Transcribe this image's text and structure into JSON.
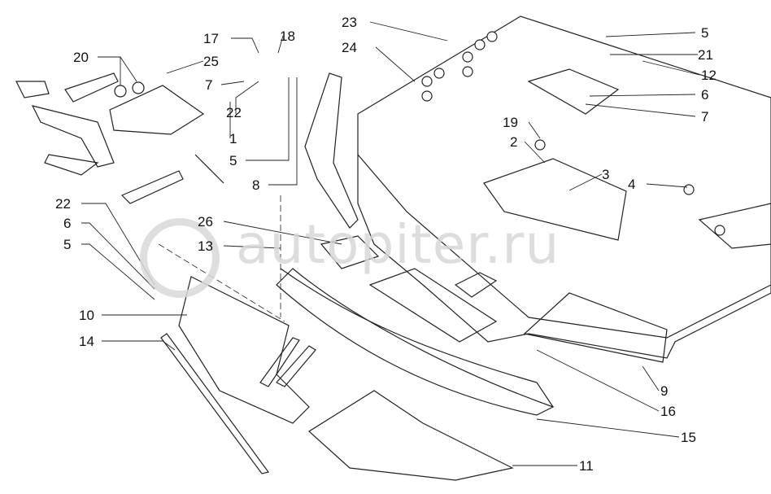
{
  "watermark": "autopiter.ru",
  "callouts": [
    {
      "id": "c20",
      "text": "20"
    },
    {
      "id": "c25",
      "text": "25"
    },
    {
      "id": "c17",
      "text": "17"
    },
    {
      "id": "c18",
      "text": "18"
    },
    {
      "id": "c7a",
      "text": "7"
    },
    {
      "id": "c22a",
      "text": "22"
    },
    {
      "id": "c1",
      "text": "1"
    },
    {
      "id": "c5a",
      "text": "5"
    },
    {
      "id": "c8",
      "text": "8"
    },
    {
      "id": "c23",
      "text": "23"
    },
    {
      "id": "c24",
      "text": "24"
    },
    {
      "id": "c5b",
      "text": "5"
    },
    {
      "id": "c21",
      "text": "21"
    },
    {
      "id": "c12",
      "text": "12"
    },
    {
      "id": "c6a",
      "text": "6"
    },
    {
      "id": "c7b",
      "text": "7"
    },
    {
      "id": "c19",
      "text": "19"
    },
    {
      "id": "c2",
      "text": "2"
    },
    {
      "id": "c3",
      "text": "3"
    },
    {
      "id": "c4",
      "text": "4"
    },
    {
      "id": "c26",
      "text": "26"
    },
    {
      "id": "c13",
      "text": "13"
    },
    {
      "id": "c22b",
      "text": "22"
    },
    {
      "id": "c6b",
      "text": "6"
    },
    {
      "id": "c5c",
      "text": "5"
    },
    {
      "id": "c10",
      "text": "10"
    },
    {
      "id": "c14",
      "text": "14"
    },
    {
      "id": "c9",
      "text": "9"
    },
    {
      "id": "c16",
      "text": "16"
    },
    {
      "id": "c15",
      "text": "15"
    },
    {
      "id": "c11",
      "text": "11"
    }
  ]
}
